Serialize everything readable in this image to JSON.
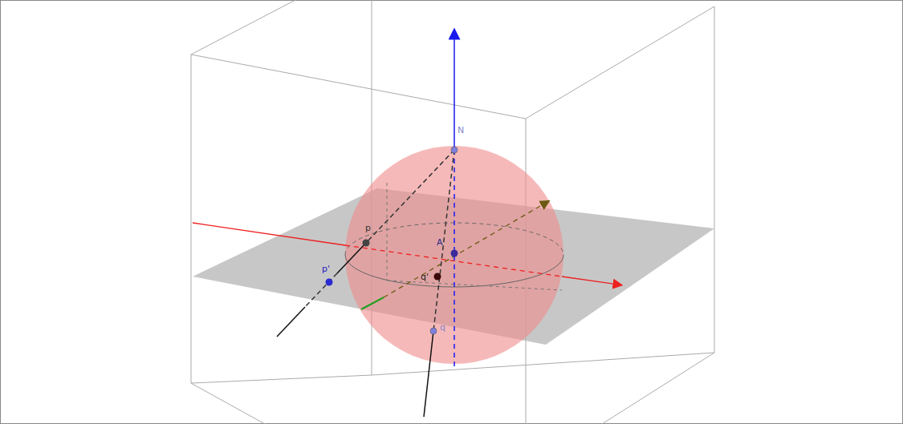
{
  "diagram": {
    "labels": [
      "N",
      "p",
      "p'",
      "A",
      "q'",
      "q"
    ]
  }
}
